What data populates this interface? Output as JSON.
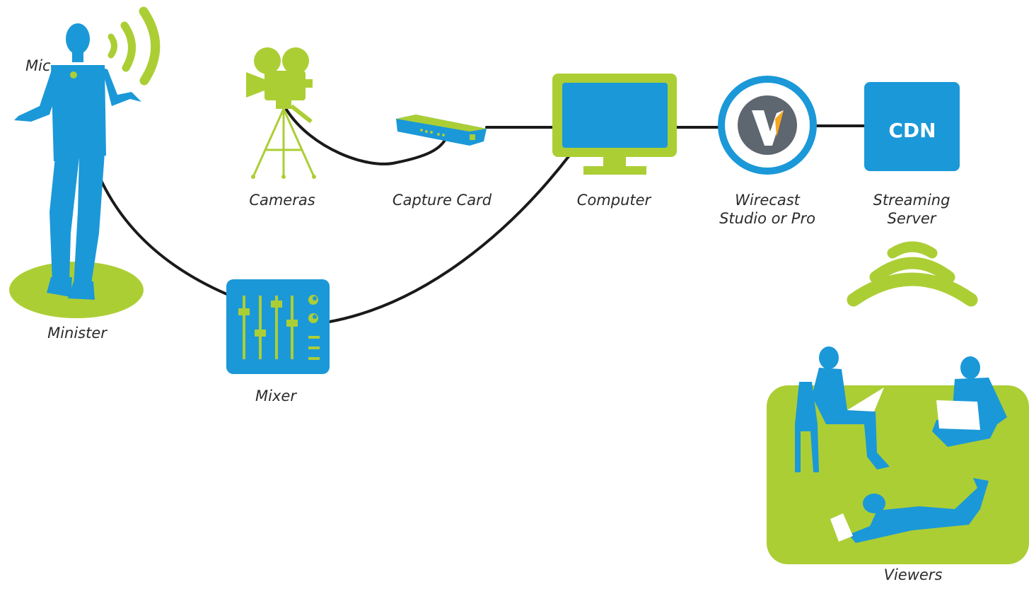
{
  "colors": {
    "blue": "#1b98d8",
    "green": "#acce35",
    "cable": "#1a1a1a",
    "logo_gray": "#5e6670",
    "logo_orange": "#f5a623"
  },
  "labels": {
    "mic": "Mic",
    "minister": "Minister",
    "cameras": "Cameras",
    "capture_card": "Capture Card",
    "computer": "Computer",
    "wirecast_line1": "Wirecast",
    "wirecast_line2": "Studio or Pro",
    "streaming_line1": "Streaming",
    "streaming_line2": "Server",
    "mixer": "Mixer",
    "viewers": "Viewers"
  },
  "cdn_box": {
    "text": "CDN"
  },
  "icons": {
    "minister": "person-silhouette-icon",
    "mic_waves": "wireless-signal-icon",
    "camera": "film-camera-on-tripod-icon",
    "capture_card": "capture-card-device-icon",
    "computer": "monitor-icon",
    "wirecast": "wirecast-logo-icon",
    "server": "cdn-server-icon",
    "mixer": "audio-mixer-icon",
    "broadcast": "broadcast-waves-icon",
    "viewers": "people-with-laptops-icon"
  }
}
